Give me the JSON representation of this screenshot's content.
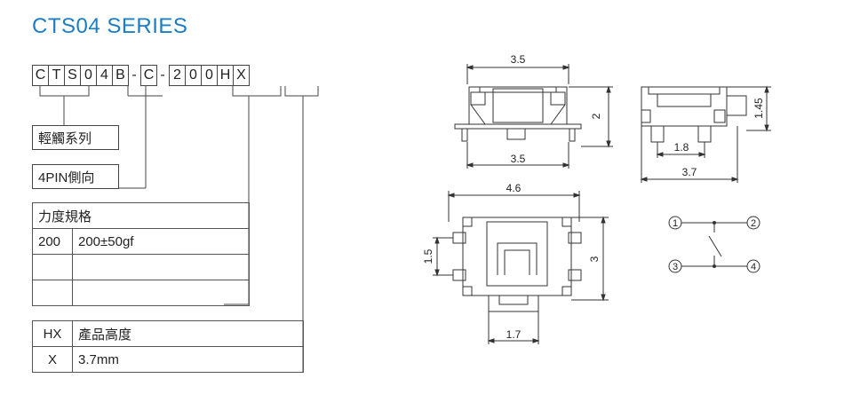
{
  "title": "CTS04  SERIES",
  "part_number": {
    "chars": [
      "C",
      "T",
      "S",
      "0",
      "4",
      "B",
      "-",
      "C",
      "-",
      "2",
      "0",
      "0",
      "H",
      "X"
    ]
  },
  "labels": {
    "series": "輕觸系列",
    "pin": "4PIN側向",
    "force_header": "力度規格",
    "force_code": "200",
    "force_value": "200±50gf",
    "height_code_header": "HX",
    "height_header": "產品高度",
    "height_code": "X",
    "height_value": "3.7mm"
  },
  "dimensions": {
    "top_width": "3.5",
    "height_2": "2",
    "bottom_width": "3.5",
    "side_height": "1.45",
    "side_pitch": "1.8",
    "side_width": "3.7",
    "plan_width": "4.6",
    "plan_left": "1.5",
    "plan_height": "3",
    "plan_stem": "1.7"
  },
  "schematic": {
    "pins": [
      "1",
      "2",
      "3",
      "4"
    ]
  }
}
